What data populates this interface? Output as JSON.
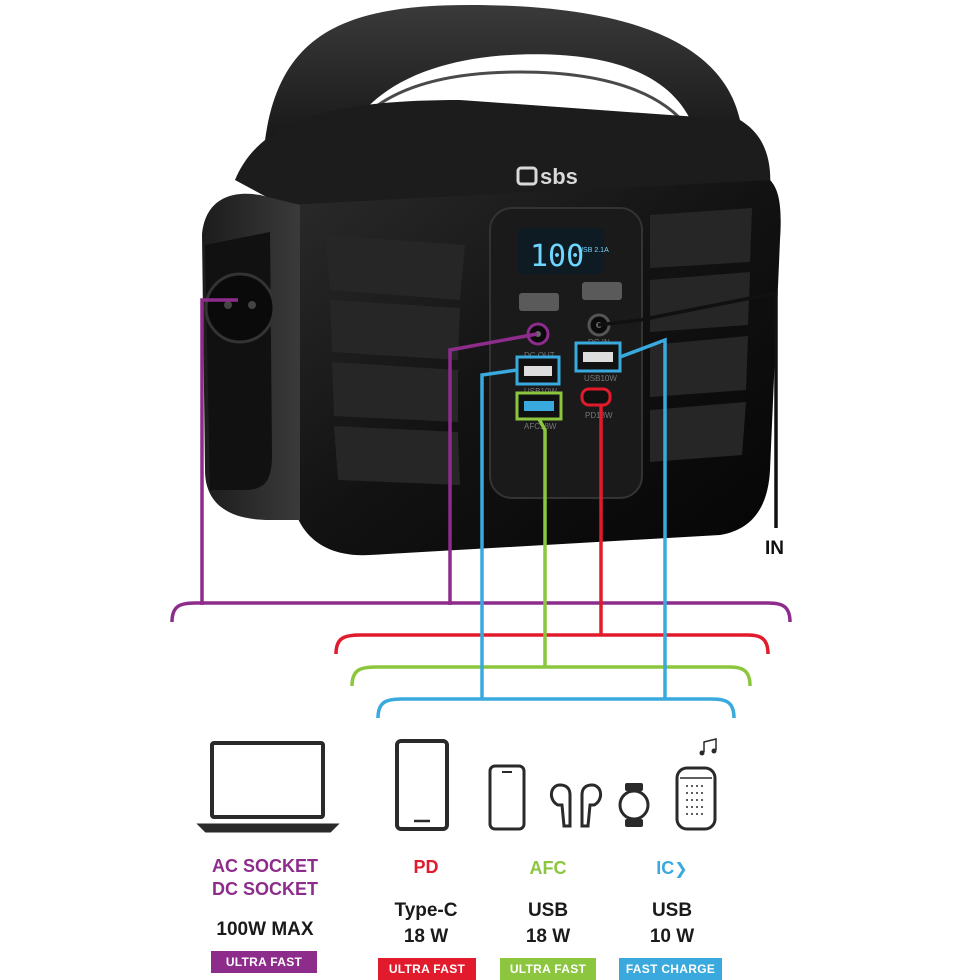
{
  "brand": {
    "logo_text": "sbs"
  },
  "display": {
    "reading": "100",
    "sub": "USB 2.1A"
  },
  "ports": {
    "dc_out": "DC OUT",
    "dc_in": "DC IN",
    "usb_left": "USB10W",
    "usb_right": "USB10W",
    "afc": "AFC18W",
    "pd": "PD18W"
  },
  "input_label": "IN",
  "colors": {
    "ac": "#8e2c8c",
    "pd": "#e11b2c",
    "afc": "#8cc63e",
    "usb": "#3aa9dd",
    "input": "#111111"
  },
  "columns": [
    {
      "title_lines": [
        "AC SOCKET",
        "DC SOCKET"
      ],
      "spec_lines": [
        "100W MAX"
      ],
      "badge": "ULTRA FAST",
      "color": "#8e2c8c",
      "icons": [
        "laptop-icon"
      ]
    },
    {
      "title_lines": [
        "PD"
      ],
      "spec_lines": [
        "Type-C",
        "18 W"
      ],
      "badge": "ULTRA FAST",
      "color": "#e11b2c",
      "icons": [
        "tablet-icon"
      ]
    },
    {
      "title_lines": [
        "AFC"
      ],
      "spec_lines": [
        "USB",
        "18 W"
      ],
      "badge": "ULTRA FAST",
      "color": "#8cc63e",
      "icons": [
        "smartphone-icon",
        "earbuds-icon"
      ]
    },
    {
      "title_lines": [
        "IC"
      ],
      "spec_lines": [
        "USB",
        "10 W"
      ],
      "badge": "FAST CHARGE",
      "color": "#3aa9dd",
      "icons": [
        "smartwatch-icon",
        "smart-speaker-icon"
      ]
    }
  ]
}
